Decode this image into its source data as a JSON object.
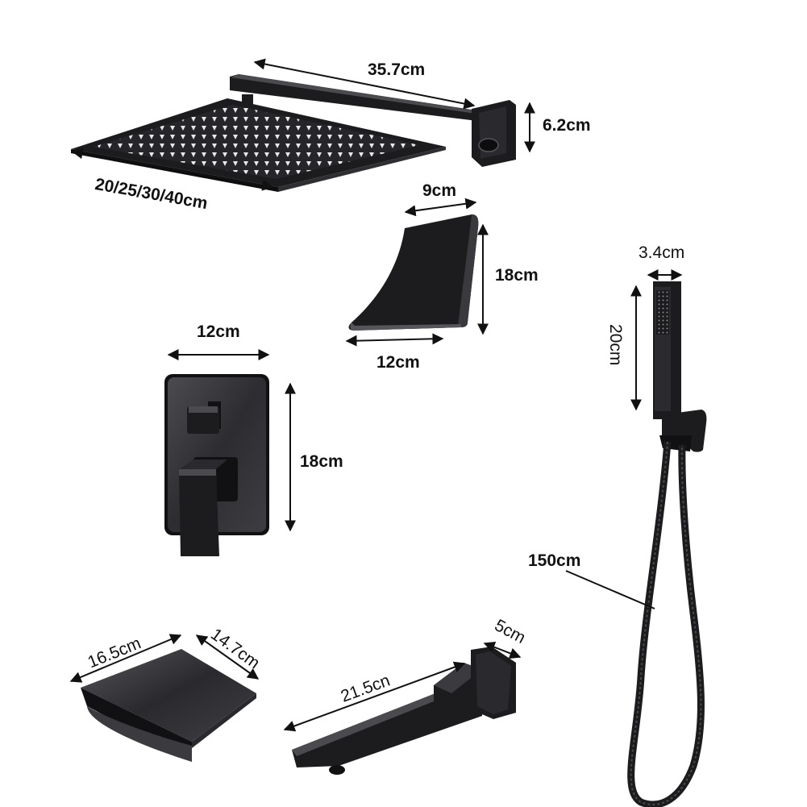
{
  "colors": {
    "background": "#ffffff",
    "metal": "#1c1c1e",
    "metal_highlight": "#4a4a4f",
    "text": "#111111"
  },
  "dimensions": {
    "arm_length": "35.7cm",
    "wall_plate_height": "6.2cm",
    "head_size": "20/25/30/40cm",
    "spout_top_width": "9cm",
    "spout_height": "18cm",
    "spout_bottom_width": "12cm",
    "valve_width": "12cm",
    "valve_height": "18cm",
    "handheld_width": "3.4cm",
    "handheld_length": "20cm",
    "hose_length": "150cm",
    "shelf_length": "16.5cm",
    "shelf_depth": "14.7cm",
    "tub_spout_length": "21.5cn",
    "tub_spout_base": "5cm"
  }
}
